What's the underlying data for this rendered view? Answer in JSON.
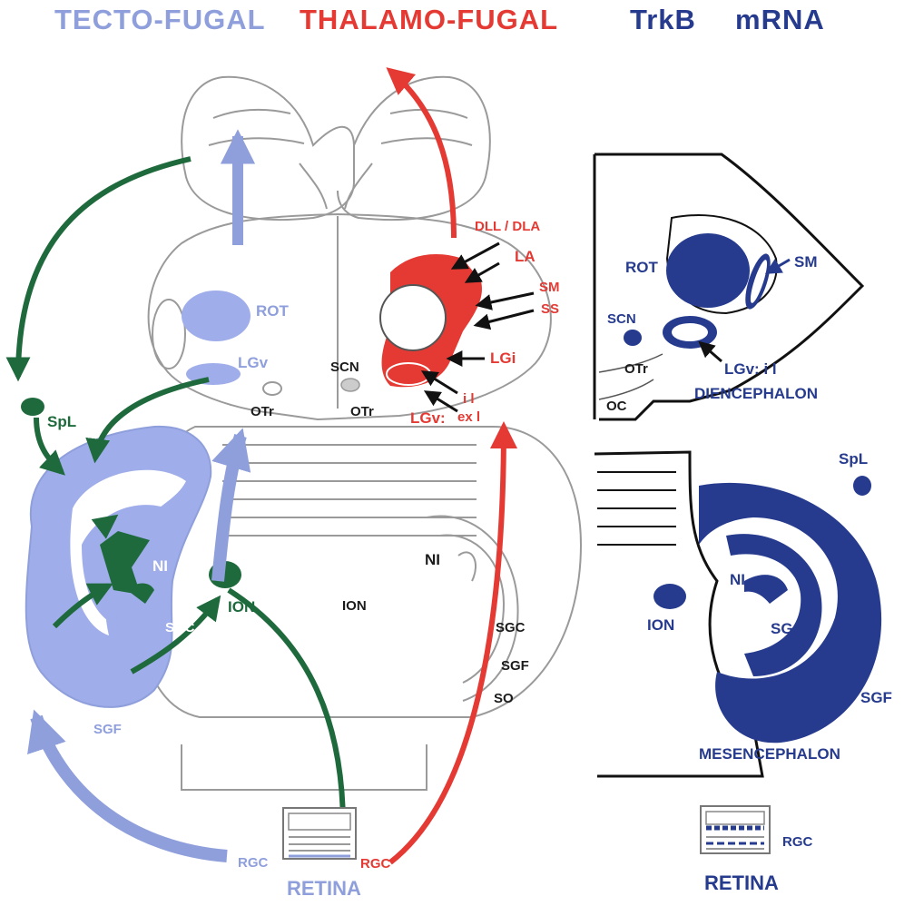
{
  "title": {
    "tectofugal": "TECTO-FUGAL",
    "thalamofugal": "THALAMO-FUGAL",
    "trkb": "TrkB",
    "mrna": "mRNA"
  },
  "colors": {
    "tectofugal": "#8f9fdc",
    "thalamofugal": "#e43a33",
    "trkb": "#263b8e",
    "connection": "#1f6a3c",
    "outline": "#9a9a9a"
  },
  "center": {
    "rot": "ROT",
    "lgv": "LGv",
    "scn": "SCN",
    "otr_left": "OTr",
    "otr_right": "OTr",
    "dll_dla": "DLL / DLA",
    "la": "LA",
    "sm": "SM",
    "ss": "SS",
    "lgi": "LGi",
    "lgv_colon": "LGv:",
    "il": "i l",
    "exl": "ex l",
    "spl": "SpL",
    "ni_left": "NI",
    "ion_left": "ION",
    "sgc_left": "SGC",
    "sgf_left": "SGF",
    "ni_right": "NI",
    "ion_center": "ION",
    "sgc_right": "SGC",
    "sgf_right": "SGF",
    "so": "SO",
    "rgc_left": "RGC",
    "rgc_center": "RGC",
    "retina": "RETINA"
  },
  "diencephalon": {
    "rot": "ROT",
    "sm": "SM",
    "scn": "SCN",
    "otr": "OTr",
    "oc": "OC",
    "lgv_il": "LGv: i l",
    "caption": "DIENCEPHALON"
  },
  "mesencephalon": {
    "spl": "SpL",
    "ni": "NI",
    "ion": "ION",
    "sgc": "SGC",
    "sgf": "SGF",
    "caption": "MESENCEPHALON"
  },
  "retina_right": {
    "rgc": "RGC",
    "caption": "RETINA"
  }
}
